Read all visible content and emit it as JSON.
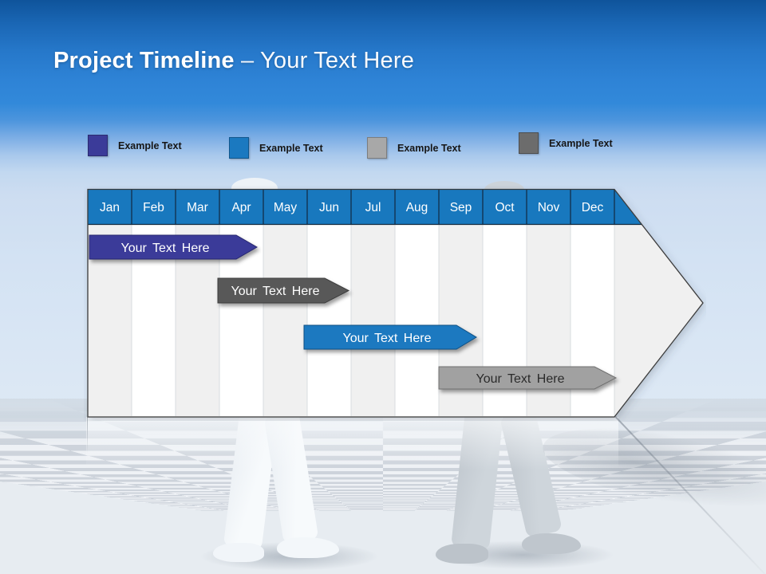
{
  "title": {
    "bold": "Project Timeline",
    "rest": "– Your Text Here"
  },
  "legend": [
    {
      "label": "Example Text",
      "color": "#3b3b99"
    },
    {
      "label": "Example Text",
      "color": "#1b79c0"
    },
    {
      "label": "Example Text",
      "color": "#a8a8a8"
    },
    {
      "label": "Example Text",
      "color": "#6c6c6c"
    }
  ],
  "timeline": {
    "months": [
      "Jan",
      "Feb",
      "Mar",
      "Apr",
      "May",
      "Jun",
      "Jul",
      "Aug",
      "Sep",
      "Oct",
      "Nov",
      "Dec"
    ],
    "bars": [
      {
        "label": "Your Text Here",
        "color": "#3b3b99",
        "text_color": "#ffffff",
        "start": "Jan",
        "end": "Apr"
      },
      {
        "label": "Your Text Here",
        "color": "#595959",
        "text_color": "#ffffff",
        "start": "Mar",
        "end": "Jun"
      },
      {
        "label": "Your Text Here",
        "color": "#1b79c0",
        "text_color": "#ffffff",
        "start": "Jun",
        "end": "Sep"
      },
      {
        "label": "Your Text Here",
        "color": "#a1a1a1",
        "text_color": "#2c2c2c",
        "start": "Sep",
        "end": "Dec"
      }
    ]
  },
  "colors": {
    "header_blue": "#1878be",
    "header_separator": "#12293f",
    "column_odd": "#f0f0f0",
    "column_even": "#ffffff",
    "sky_top": "#0f549b",
    "sky_mid": "#2e86d8",
    "sky_fade": "#cfe0f2"
  }
}
